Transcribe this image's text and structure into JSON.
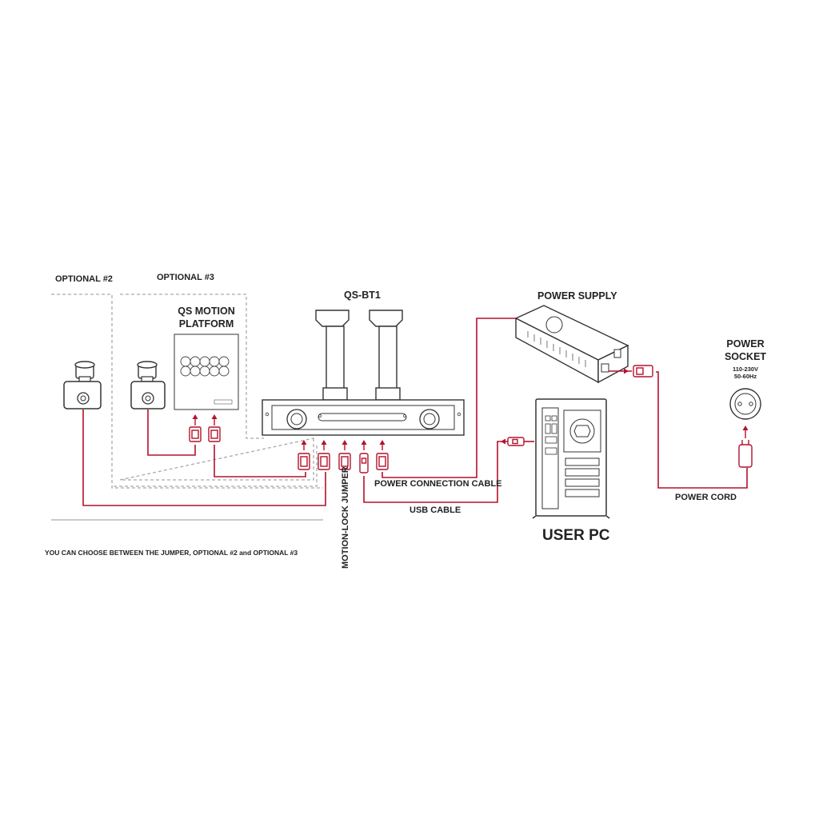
{
  "labels": {
    "optional2": "OPTIONAL #2",
    "optional3": "OPTIONAL #3",
    "qs_motion_line1": "QS MOTION",
    "qs_motion_line2": "PLATFORM",
    "qs_bt1": "QS-BT1",
    "power_supply": "POWER SUPPLY",
    "power_socket_line1": "POWER",
    "power_socket_line2": "SOCKET",
    "voltage": "110-230V",
    "frequency": "50-60Hz",
    "power_connection_cable": "POWER CONNECTION CABLE",
    "usb_cable": "USB CABLE",
    "power_cord": "POWER CORD",
    "user_pc": "USER PC",
    "motion_lock_jumper": "MOTION-LOCK JUMPER",
    "note": "YOU CAN CHOOSE BETWEEN THE JUMPER, OPTIONAL #2 and OPTIONAL #3"
  },
  "colors": {
    "cable": "#b3122b",
    "device_stroke": "#333333",
    "dashed": "#aaaaaa",
    "text": "#222222"
  }
}
